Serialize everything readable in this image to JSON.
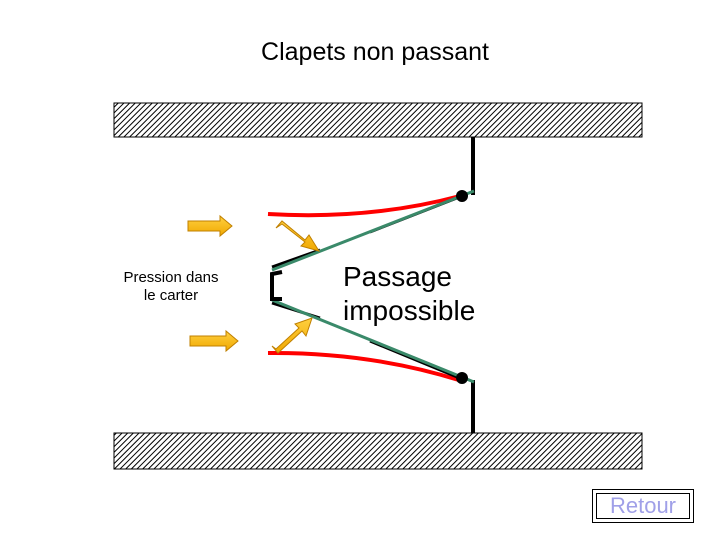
{
  "title": "Clapets non passant",
  "labels": {
    "pressure_line1": "Pression dans",
    "pressure_line2": "le carter",
    "passage_line1": "Passage",
    "passage_line2": "impossible"
  },
  "buttons": {
    "retour": "Retour"
  },
  "colors": {
    "valve_open_edge": "#ff0000",
    "valve_closed_line": "#3a8a6a",
    "valve_stem": "#000000",
    "pressure_arrow_fill": "#ffc020",
    "pressure_arrow_stroke": "#c08000",
    "wall_hatch": "#000000"
  }
}
